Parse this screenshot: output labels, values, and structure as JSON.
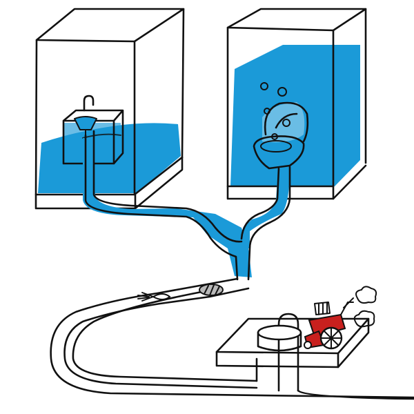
{
  "illustration": {
    "kind": "line-drawing",
    "elements": [
      "left-tank-with-sink",
      "right-tank-with-toilet",
      "drain-pipes",
      "long-sewer-pipe",
      "fish",
      "blockage",
      "treatment-slab",
      "red-cart-machine",
      "exhaust-puffs"
    ]
  },
  "palette": {
    "water": "#1b9ad8",
    "ink": "#111111",
    "machine": "#c8201e",
    "background": "#ffffff",
    "blockage": "#b9b9b9"
  }
}
